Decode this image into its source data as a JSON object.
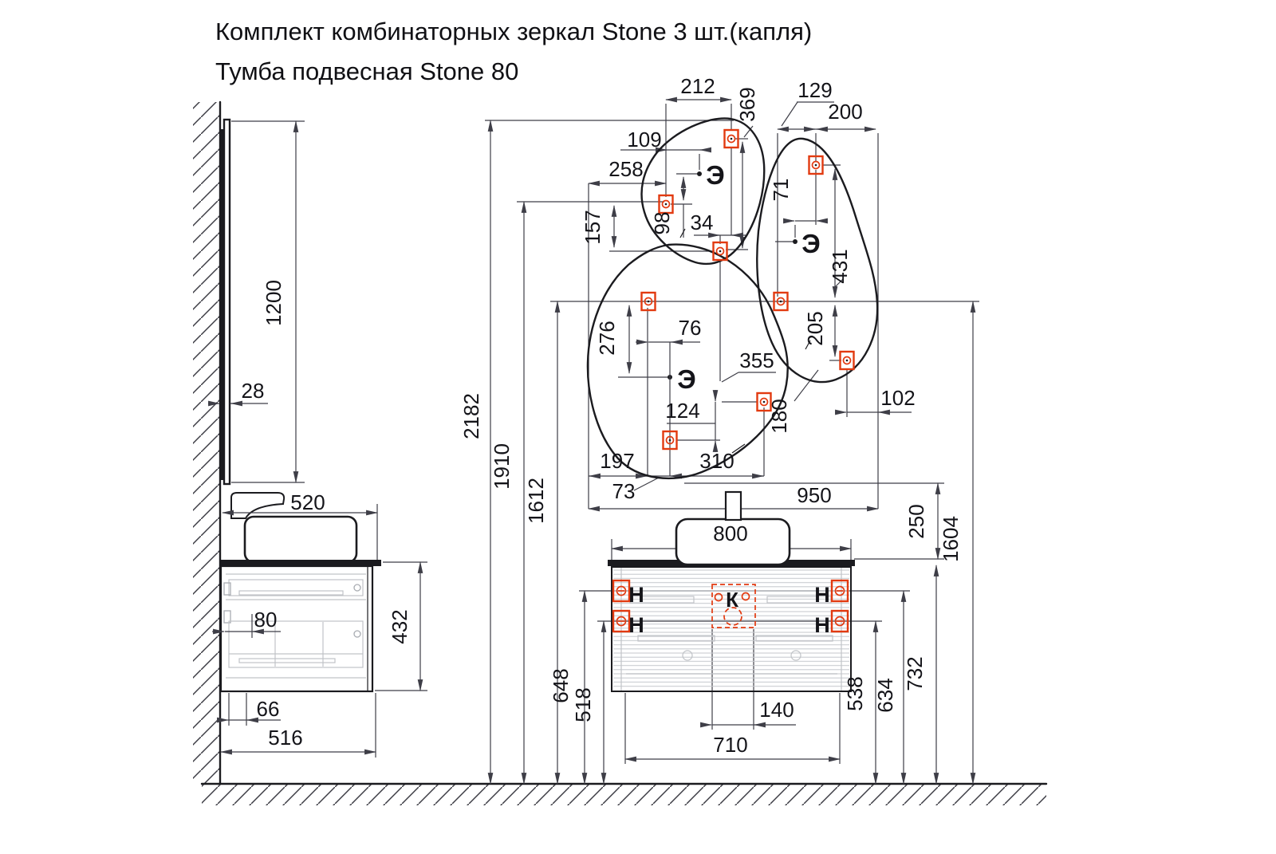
{
  "title": {
    "line1": "Комплект комбинаторных зеркал Stone 3 шт.(капля)",
    "line2": "Тумба подвесная Stone 80"
  },
  "colors": {
    "line": "#1b1b1f",
    "dim": "#3e3e47",
    "accent_red": "#e23a10",
    "detail_gray": "#c0c3c7"
  },
  "symbols": {
    "mirror_point": "Э",
    "hinge_mark": "Н",
    "drain_mark": "К"
  },
  "mirrors": {
    "top": {
      "width": "212",
      "height": "369",
      "point_offset": "109",
      "left_gap": "258",
      "point_drop": "98",
      "mount_gap": "34"
    },
    "right": {
      "edge_gap": "129",
      "width": "200",
      "point_offset": "71",
      "height": "431",
      "mount_drop": "205",
      "side_gap": "102"
    },
    "large": {
      "top_gap": "157",
      "point_drop": "276",
      "point_offset": "76",
      "mount_step": "124",
      "left_span": "197",
      "bottom_span": "310",
      "small_gap": "73",
      "width_note": "355",
      "gap_note": "180"
    }
  },
  "heights": {
    "total": "2182",
    "mount_mid": "1910",
    "mount_low": "1612",
    "mount_right": "1604",
    "mirror_gap": "250"
  },
  "cabinet": {
    "basin_width": "800",
    "span": "950",
    "drawer_span": "710",
    "drain_width": "140",
    "hinge_left_top": "648",
    "hinge_left_bottom": "518",
    "hinge_right_bottom": "538",
    "hinge_right_top": "634",
    "counter_height": "732"
  },
  "side": {
    "mirror_height": "1200",
    "mirror_depth": "28",
    "total_depth": "520",
    "cabinet_height": "432",
    "back_offset": "80",
    "bottom_offset": "66",
    "cabinet_depth": "516"
  }
}
